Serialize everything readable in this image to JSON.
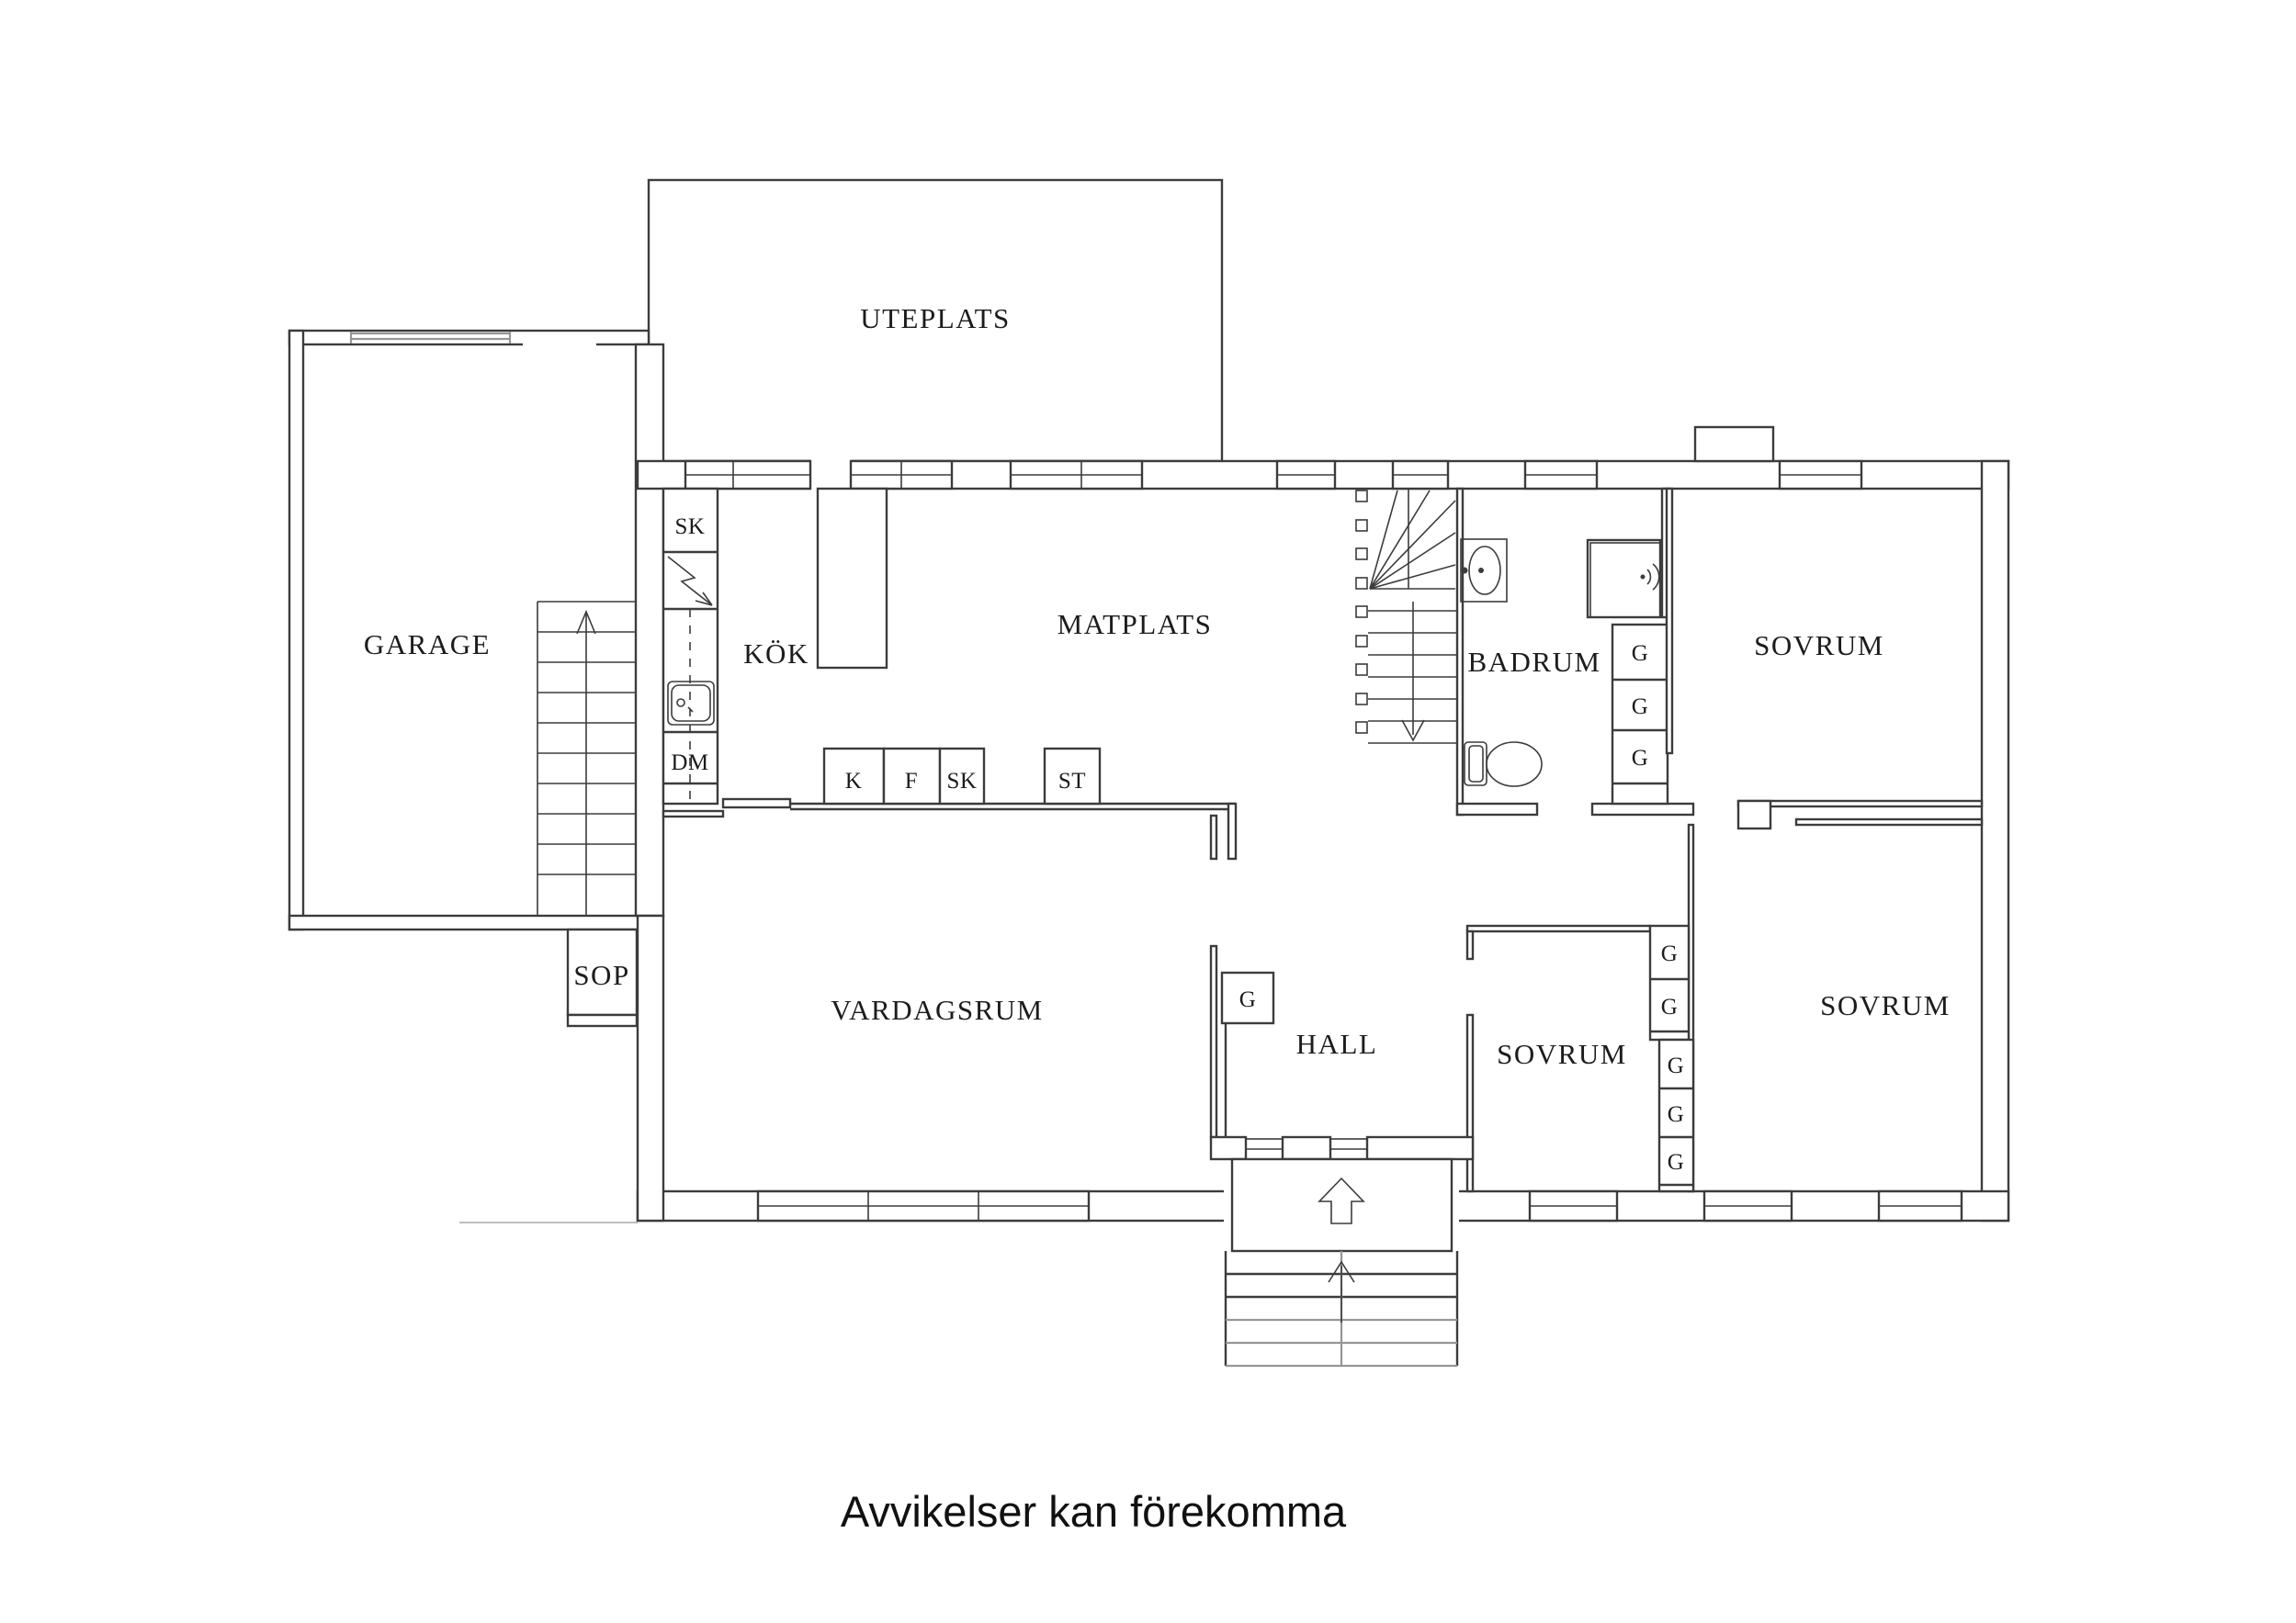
{
  "footer": {
    "note": "Avvikelser kan förekomma"
  },
  "rooms": {
    "uteplats": "UTEPLATS",
    "garage": "GARAGE",
    "kok": "KÖK",
    "matplats": "MATPLATS",
    "badrum": "BADRUM",
    "sovrum_top_right": "SOVRUM",
    "sovrum_bottom_middle": "SOVRUM",
    "sovrum_bottom_right": "SOVRUM",
    "vardagsrum": "VARDAGSRUM",
    "hall": "HALL",
    "sop": "SOP"
  },
  "fixtures": {
    "closet_top": "SK",
    "dishwasher": "DM",
    "cabinet_k": "K",
    "cabinet_f": "F",
    "cabinet_sk": "SK",
    "cabinet_st": "ST"
  },
  "wardrobes": {
    "badrum": [
      "G",
      "G",
      "G"
    ],
    "hall": [
      "G"
    ],
    "bedrooms_upper": [
      "G",
      "G"
    ],
    "bedrooms_lower": [
      "G",
      "G",
      "G"
    ]
  },
  "icons": {
    "entry_arrow": "block-arrow-up",
    "interior_stairs_arrow": "arrow-down",
    "garage_stairs_arrow": "arrow-up",
    "exterior_stairs_arrow": "arrow-up",
    "electrical_panel": "lightning-bolt",
    "kitchen_sink": "sink",
    "bathroom_sink": "sink",
    "toilet": "toilet",
    "shower": "shower-head"
  },
  "colors": {
    "line": "#3c3c3c",
    "light_line": "#969696",
    "background": "#ffffff",
    "text": "#111111"
  }
}
